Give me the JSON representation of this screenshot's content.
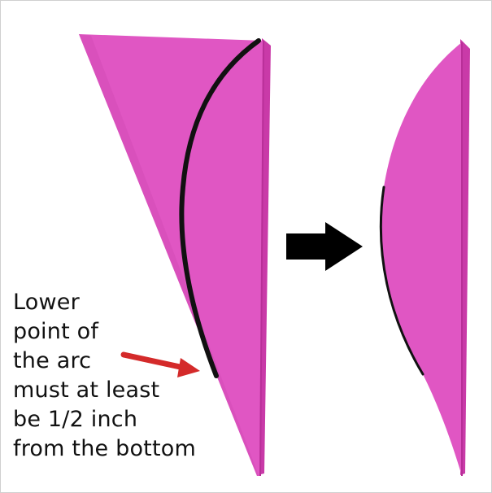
{
  "caption": {
    "lines": [
      "Lower",
      "point of",
      "the arc",
      "must at least",
      "be 1/2 inch",
      "from the bottom"
    ]
  },
  "colors": {
    "paper_face": "#e056c3",
    "paper_edge": "#c93aa8",
    "paper_shadow": "#b82f98",
    "cut_line": "#111111",
    "indicator_arrow": "#d42a2a",
    "direction_arrow": "#000000",
    "border": "#d0d0d0"
  },
  "icons": {
    "folded_paper": "folded-paper-cone",
    "cut_paper": "cut-paper-petal",
    "direction": "right-arrow-icon",
    "pointer": "red-pointer-arrow-icon"
  }
}
